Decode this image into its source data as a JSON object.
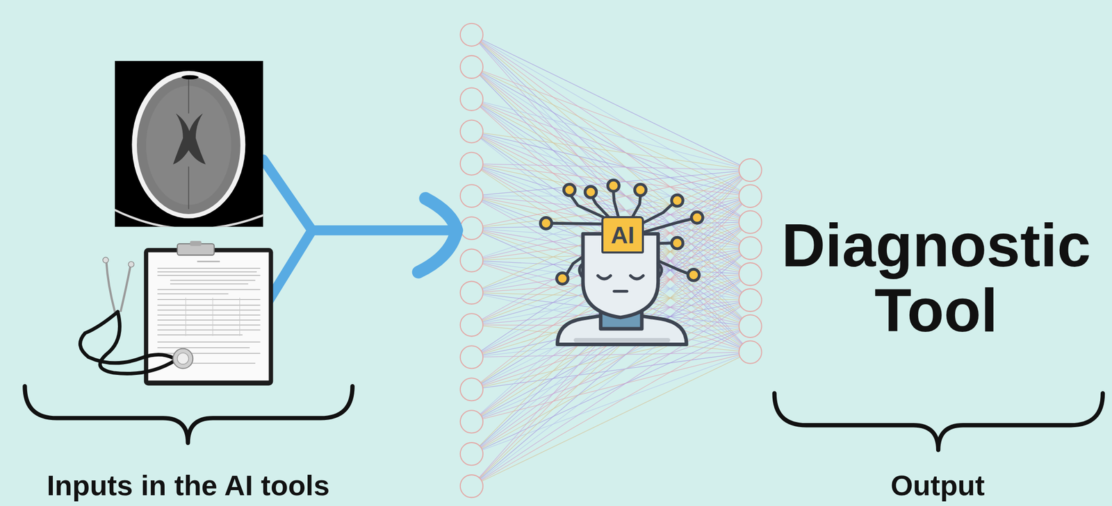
{
  "diagram": {
    "nodes": [
      {
        "text": [
          "AI"
        ]
      }
    ],
    "labels": [
      "Diagnostic Tool",
      "Inputs in the AI tools",
      "Output"
    ]
  }
}
